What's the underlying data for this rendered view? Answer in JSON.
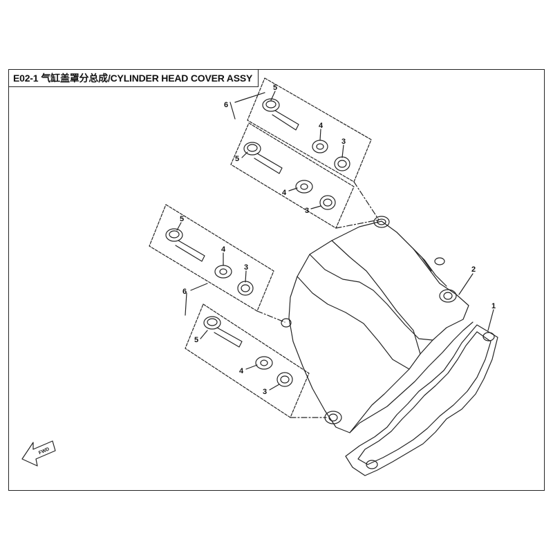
{
  "title": {
    "code": "E02-1",
    "text": "气缸盖罩分总成/CYLINDER HEAD COVER ASSY"
  },
  "callouts": {
    "c1": "1",
    "c2": "2",
    "c3": "3",
    "c4": "4",
    "c5": "5",
    "c6": "6"
  },
  "fwd_label": "FWD",
  "colors": {
    "line": "#222222",
    "background": "#ffffff"
  }
}
